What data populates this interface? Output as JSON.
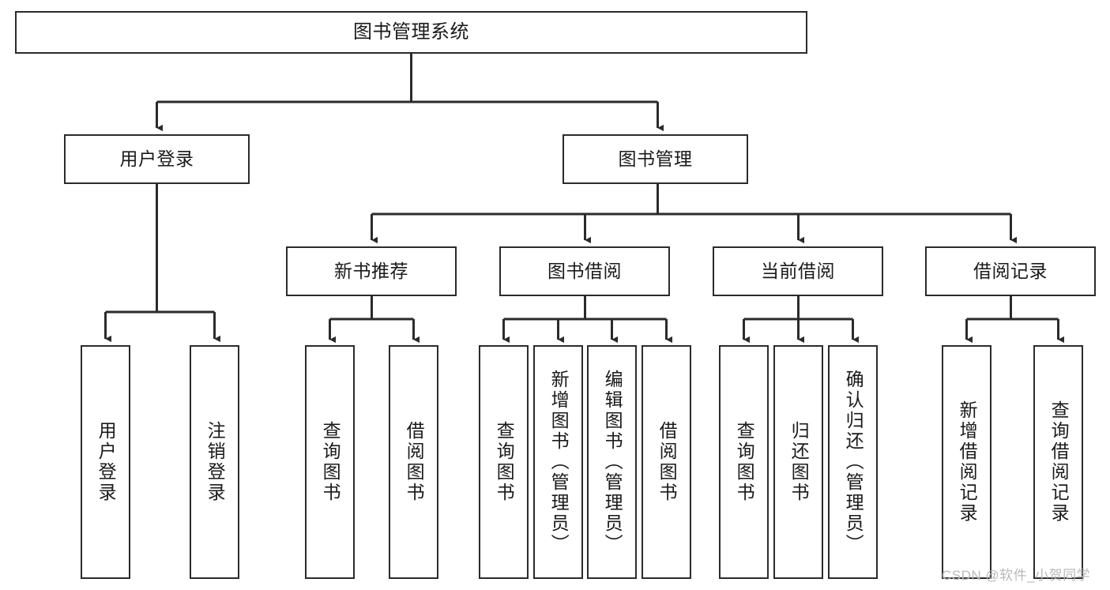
{
  "diagram": {
    "type": "tree",
    "title": "图书管理系统",
    "orientation": "top-down",
    "colors": {
      "box_border": "#2b2b2b",
      "box_fill": "#ffffff",
      "connector": "#2b2b2b",
      "text": "#1a1a1a",
      "watermark": "#b9b9b9"
    },
    "root": {
      "label": "图书管理系统"
    },
    "level2": [
      {
        "label": "用户登录"
      },
      {
        "label": "图书管理"
      }
    ],
    "level3": [
      {
        "label": "新书推荐"
      },
      {
        "label": "图书借阅"
      },
      {
        "label": "当前借阅"
      },
      {
        "label": "借阅记录"
      }
    ],
    "leaves": {
      "user_login": [
        {
          "label": "用户登录"
        },
        {
          "label": "注销登录"
        }
      ],
      "new_book": [
        {
          "label": "查询图书"
        },
        {
          "label": "借阅图书"
        }
      ],
      "book_borrow": [
        {
          "label": "查询图书"
        },
        {
          "label": "新增图书（管理员）"
        },
        {
          "label": "编辑图书（管理员）"
        },
        {
          "label": "借阅图书"
        }
      ],
      "current_borrow": [
        {
          "label": "查询图书"
        },
        {
          "label": "归还图书"
        },
        {
          "label": "确认归还（管理员）"
        }
      ],
      "borrow_record": [
        {
          "label": "新增借阅记录"
        },
        {
          "label": "查询借阅记录"
        }
      ]
    }
  },
  "watermark": {
    "text": "CSDN @软件_小贺同学"
  }
}
